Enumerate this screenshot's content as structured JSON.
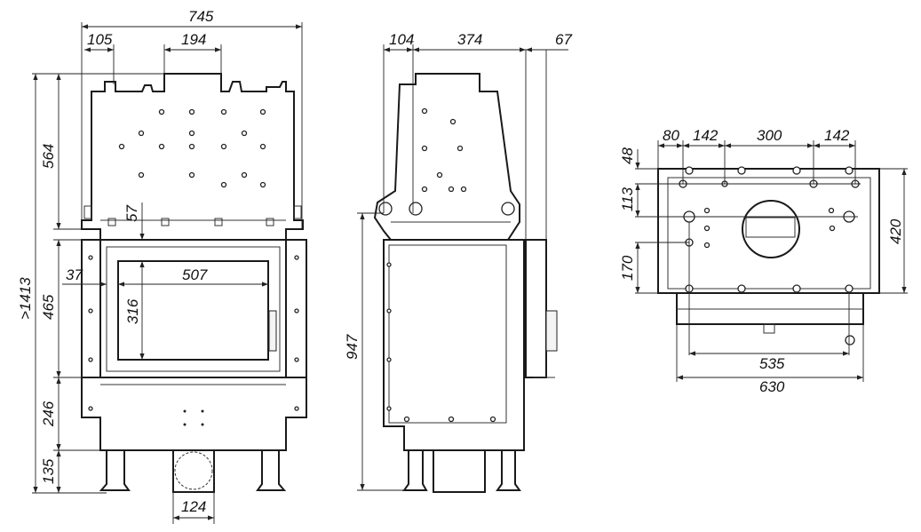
{
  "front_view": {
    "width_total": "745",
    "offset_left": "105",
    "flue_width": "194",
    "height_upper": "564",
    "height_total": ">1413",
    "gap": "57",
    "side_offset": "37",
    "glass_width": "507",
    "glass_height": "316",
    "door_height": "465",
    "lower_height": "246",
    "leg_height": "135",
    "duct_width": "124"
  },
  "side_view": {
    "front_offset": "104",
    "depth": "374",
    "door_depth": "67",
    "height": "947"
  },
  "top_view": {
    "offset_80": "80",
    "spacing_left": "142",
    "spacing_mid": "300",
    "spacing_right": "142",
    "offset_48": "48",
    "offset_113": "113",
    "offset_170": "170",
    "depth": "420",
    "holes_span": "535",
    "width": "630"
  }
}
